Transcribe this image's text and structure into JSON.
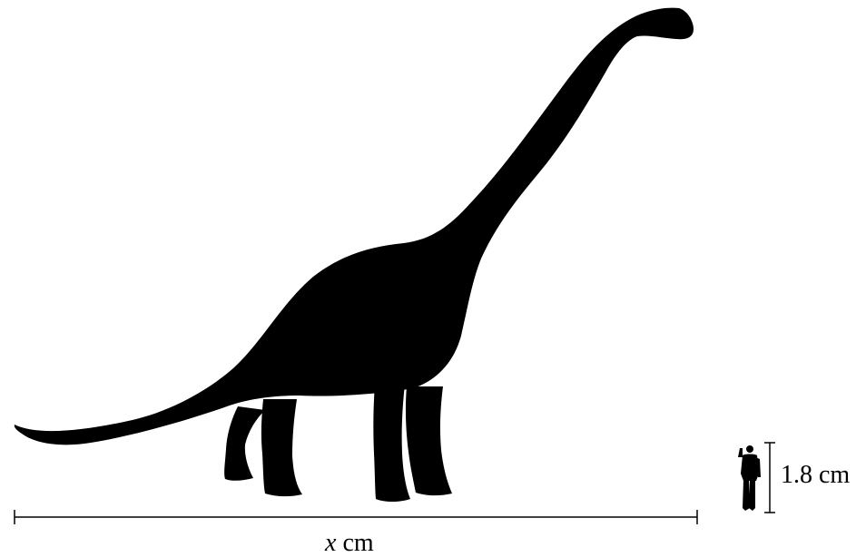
{
  "figure": {
    "dinosaur": {
      "icon": "brachiosaurus-silhouette-icon",
      "length_variable": "x",
      "length_unit": "cm"
    },
    "human": {
      "icon": "human-silhouette-icon",
      "height_label": "1.8 cm"
    },
    "colors": {
      "silhouette": "#000000",
      "lines": "#000000",
      "background": "#ffffff"
    }
  }
}
